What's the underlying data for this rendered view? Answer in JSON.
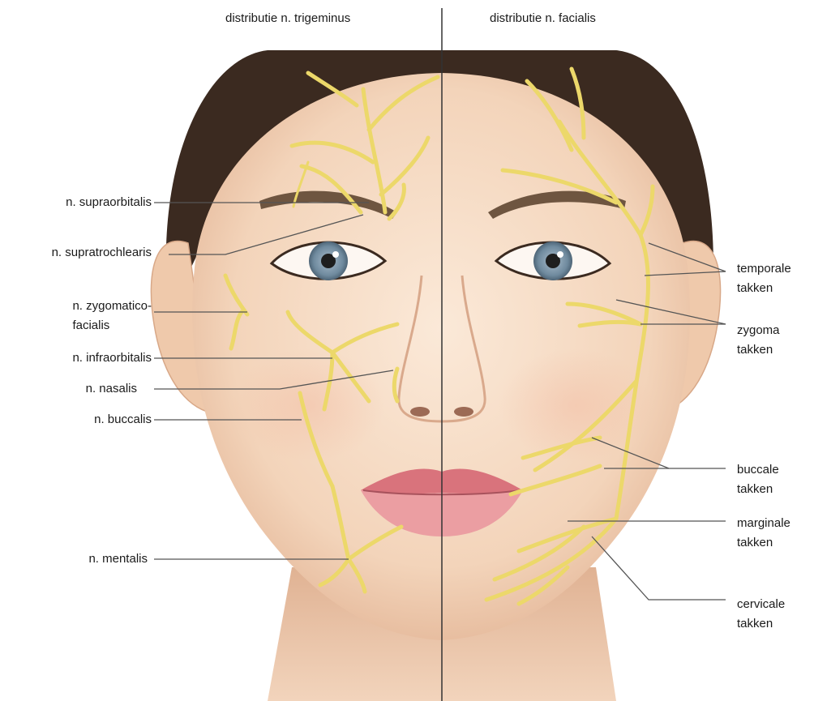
{
  "headers": {
    "left": "distributie n. trigeminus",
    "right": "distributie n. facialis"
  },
  "labels_left": [
    {
      "id": "supraorbitalis",
      "text": "n. supraorbitalis"
    },
    {
      "id": "supratrochlearis",
      "text": "n. supratrochlearis"
    },
    {
      "id": "zygomaticofacialis",
      "lines": [
        "n. zygomatico-",
        "facialis"
      ]
    },
    {
      "id": "infraorbitalis",
      "text": "n. infraorbitalis"
    },
    {
      "id": "nasalis",
      "text": "n. nasalis"
    },
    {
      "id": "buccalis",
      "text": "n. buccalis"
    },
    {
      "id": "mentalis",
      "text": "n. mentalis"
    }
  ],
  "labels_right": [
    {
      "id": "temporale",
      "lines": [
        "temporale",
        "takken"
      ]
    },
    {
      "id": "zygoma",
      "lines": [
        "zygoma",
        "takken"
      ]
    },
    {
      "id": "buccale",
      "lines": [
        "buccale",
        "takken"
      ]
    },
    {
      "id": "marginale",
      "lines": [
        "marginale",
        "takken"
      ]
    },
    {
      "id": "cervicale",
      "lines": [
        "cervicale",
        "takken"
      ]
    }
  ],
  "colors": {
    "skin": "#f6dcc5",
    "hair": "#3b2a20",
    "nerve": "#ecd86a",
    "leader_line": "#555555",
    "divider": "#333333",
    "lips": "#e58a8f",
    "iris": "#7f98aa",
    "brow": "#6e5540"
  }
}
